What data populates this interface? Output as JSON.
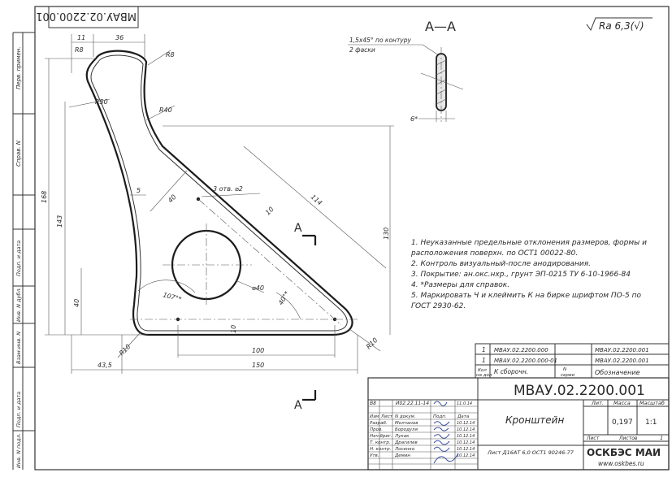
{
  "drawing": {
    "number_rotated": "МВАУ.02.2200.001",
    "roughness": "Ra 6,3(√)",
    "section_label": "А—А",
    "section_note_line1": "1,5х45° по контуру",
    "section_note_line2": "2 фаски",
    "section_dim": "6*",
    "cut_mark": "А"
  },
  "dims": {
    "d11": "11",
    "d36": "36",
    "r8a": "R8",
    "r8b": "R8",
    "r50": "R50",
    "r40": "R40",
    "d168": "168",
    "d143": "143",
    "d5": "5",
    "d40a": "40",
    "holes": "3 отв. ⌀2",
    "d114": "114",
    "d10": "10",
    "d130": "130",
    "d40b": "40",
    "dia40": "⌀40",
    "a40": "40°*",
    "a107": "107°*",
    "r10a": "R10",
    "r10b": "R10",
    "d10b": "10",
    "d100": "100",
    "d150": "150",
    "d435": "43,5"
  },
  "notes": [
    "1. Неуказанные предельные отклонения размеров, формы и",
    "расположения поверхн. по ОСТ1 00022-80.",
    "2. Контроль визуальный-после анодирования.",
    "3. Покрытие: ан.окс.нхр., грунт ЭП-0215 ТУ 6-10-1966-84",
    "4. *Размеры для справок.",
    "5. Маркировать Ч и клеймить К на бирке шрифтом ПО-5 по",
    "ГОСТ 2930-62."
  ],
  "spec": {
    "rows": [
      {
        "num": "1",
        "des": "МВАУ.02.2200.000",
        "ref": "МВАУ.02.2200.001"
      },
      {
        "num": "1",
        "des": "МВАУ.02.2200.000-01",
        "ref": "МВАУ.02.2200.001"
      }
    ],
    "h_kol": "Кол",
    "h_nadop": "на доп",
    "h_k": "К сборочн.",
    "h_n": "N",
    "h_seria": "серии",
    "h_obozn": "Обозначение"
  },
  "title_block": {
    "designation": "МВАУ.02.2200.001",
    "part_name": "Кронштейн",
    "material": "Лист Д16АТ 6,0 ОСТ1 90246-77",
    "org_name": "ОСКБЭС МАИ",
    "org_url": "www.oskbes.ru",
    "h_lit": "Лит.",
    "h_mass": "Масса",
    "h_scale": "Масштаб",
    "mass": "0,197",
    "scale": "1:1",
    "h_list": "Лист",
    "h_listov": "Листов",
    "listov": "1",
    "b8": "В8",
    "b8_doc": "И02.22.11-14",
    "b8_date": "11.0.14",
    "roles": [
      {
        "role": "Изм",
        "name": "Лист",
        "extra": "N докум."
      },
      {
        "role": "Разраб.",
        "name": "Молчанов",
        "date": "10.12.14"
      },
      {
        "role": "Пров.",
        "name": "Бородуля",
        "date": "10.12.14"
      },
      {
        "role": "Нач.бриг.",
        "name": "Лукак",
        "date": "10.12.14"
      },
      {
        "role": "Т. контр.",
        "name": "Драгилев",
        "date": "10.12.14"
      },
      {
        "role": "Н. контр.",
        "name": "Лосенко",
        "date": "10.12.14"
      },
      {
        "role": "Утв.",
        "name": "Демин",
        "date": "10.12.14"
      }
    ],
    "podp": "Подп.",
    "data": "Дата"
  },
  "margin": {
    "perv": "Перв. примен.",
    "sprav": "Справ. N",
    "podp_data1": "Подп. и дата",
    "inv_dubl": "Инв. N дубл.",
    "vzam": "Взам.инв. N",
    "podp_data2": "Подп. и дата",
    "inv_podl": "Инв. N подл."
  }
}
